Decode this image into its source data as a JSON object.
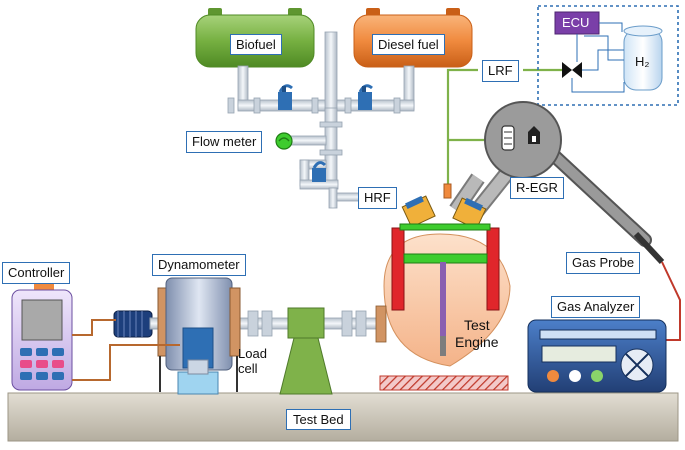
{
  "labels": {
    "biofuel": "Biofuel",
    "diesel_fuel": "Diesel fuel",
    "flow_meter": "Flow meter",
    "hrf": "HRF",
    "lrf": "LRF",
    "ecu": "ECU",
    "h2": "H₂",
    "r_egr": "R-EGR",
    "gas_probe": "Gas Probe",
    "gas_analyzer": "Gas Analyzer",
    "controller": "Controller",
    "dynamometer": "Dynamometer",
    "load_cell": "Load\ncell",
    "test_engine": "Test\nEngine",
    "test_bed": "Test Bed"
  },
  "colors": {
    "biofuel_tank": "#76b041",
    "diesel_tank": "#f08a3e",
    "label_border": "#2e6fb4",
    "pipe": "#d6dde6",
    "engine_body": "#f9c9a4",
    "engine_frame_red": "#e0262b",
    "engine_frame_green": "#3ecc2e",
    "egr_cooler": "#b9b9b9",
    "test_bed": "#c8c3b6",
    "controller_body": "#d9c9f0",
    "gas_analyzer_body": "#2f5a9e",
    "ecu_box": "#7a3fa8",
    "green_line": "#7fb24a",
    "brown_line": "#b7682e",
    "red_line": "#c0392b"
  },
  "icons": [
    "valve-icon",
    "flow-meter-icon",
    "regulator-icon",
    "injector-icon",
    "hydrogen-tank-icon",
    "check-valve-icon"
  ]
}
